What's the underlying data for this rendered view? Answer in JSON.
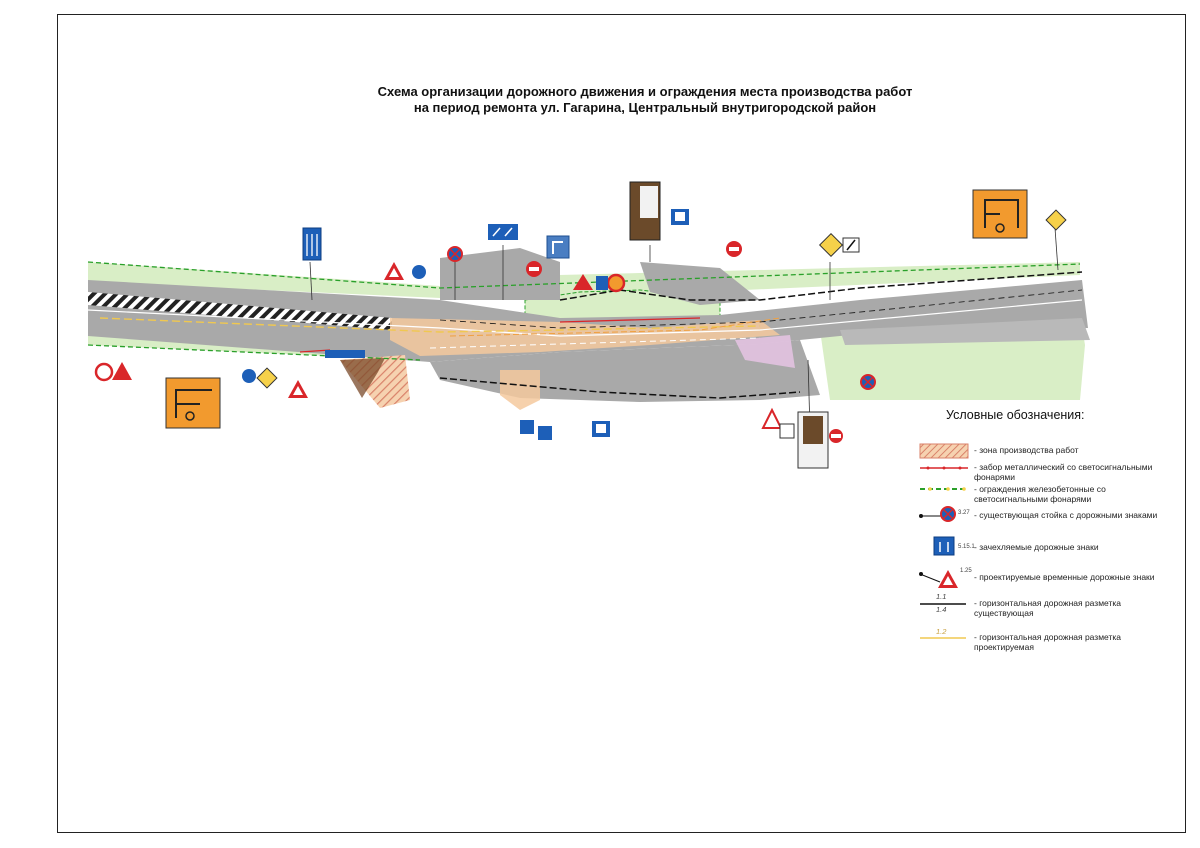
{
  "title": {
    "line1": "Схема организации дорожного движения и ограждения места производства работ",
    "line2": "на период ремонта ул. Гагарина, Центральный внутригородской район"
  },
  "legend": {
    "heading": "Условные обозначения:",
    "items": [
      {
        "text": "- зона производства работ"
      },
      {
        "text": "- забор металлический со светосигнальными фонарями"
      },
      {
        "text": "- ограждения железобетонные со светосигнальными фонарями"
      },
      {
        "text": "- существующая стойка с дорожными знаками",
        "note": "3.27"
      },
      {
        "text": "- зачехляемые дорожные знаки",
        "note": "5.15.1"
      },
      {
        "text": "- проектируемые временные дорожные знаки",
        "note": "1.25"
      },
      {
        "text": "- горизонтальная дорожная разметка существующая",
        "note_a": "1.1",
        "note_b": "1.4"
      },
      {
        "text": "- горизонтальная дорожная разметка проектируемая",
        "note": "1.2"
      }
    ]
  },
  "colors": {
    "road": "#a9a9a9",
    "green": "#d9eec6",
    "work_zone": "#f4c99e",
    "orange_sign": "#f29a2e",
    "blue_sign": "#1d5fb8",
    "red": "#d9262a"
  }
}
